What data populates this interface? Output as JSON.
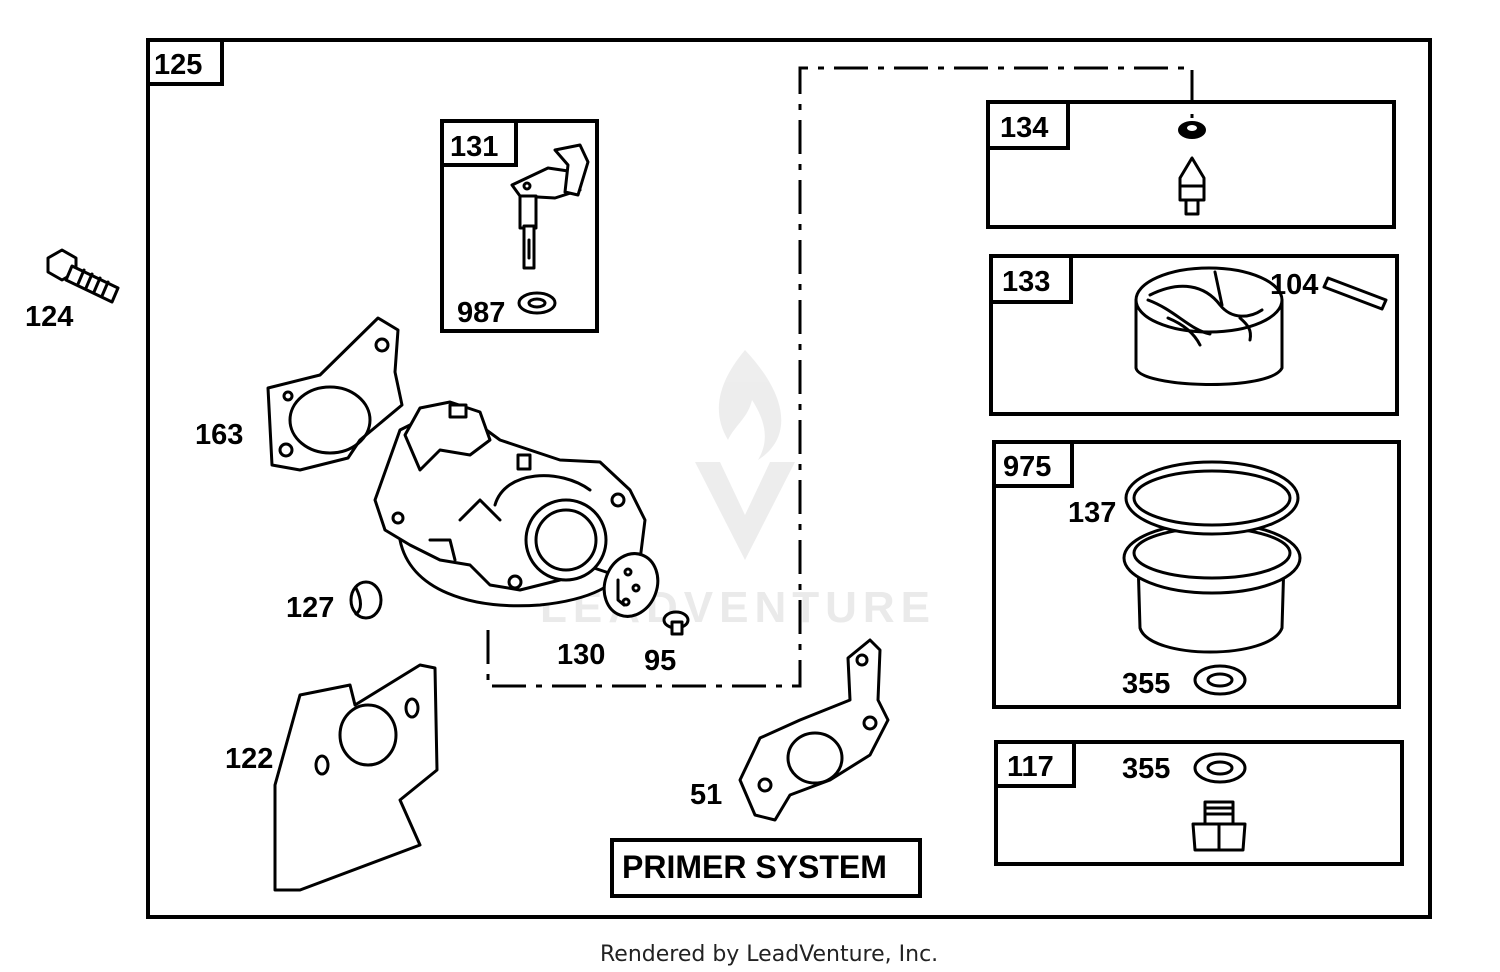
{
  "diagram": {
    "main_assembly": "125",
    "boxes": {
      "b131": "131",
      "b134": "134",
      "b133": "133",
      "b975": "975",
      "b117": "117"
    },
    "parts": {
      "p124": "124",
      "p163": "163",
      "p987": "987",
      "p127": "127",
      "p130": "130",
      "p95": "95",
      "p122": "122",
      "p51": "51",
      "p104": "104",
      "p137": "137",
      "p355a": "355",
      "p355b": "355"
    },
    "primer_system": "PRIMER SYSTEM",
    "watermark": "LEADVENTURE",
    "footer": "Rendered by LeadVenture, Inc."
  }
}
